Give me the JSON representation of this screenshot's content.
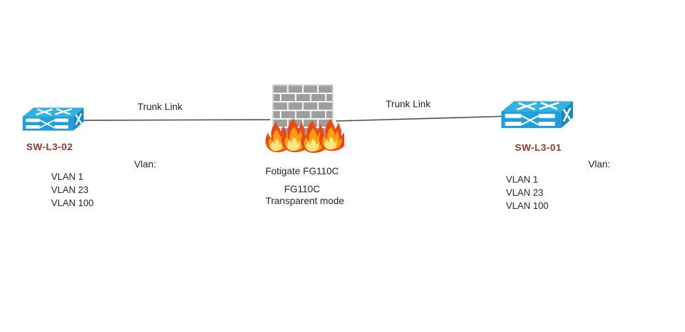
{
  "diagram": {
    "left_switch": {
      "label": "SW-L3-02",
      "vlan_header": "Vlan:",
      "vlans": [
        "VLAN 1",
        "VLAN 23",
        "VLAN 100"
      ]
    },
    "right_switch": {
      "label": "SW-L3-01",
      "vlan_header": "Vlan:",
      "vlans": [
        "VLAN 1",
        "VLAN 23",
        "VLAN 100"
      ]
    },
    "firewall": {
      "title": "Fotigate FG110C",
      "model": "FG110C",
      "mode": "Transparent mode"
    },
    "links": {
      "left_label": "Trunk Link",
      "right_label": "Trunk Link"
    },
    "colors": {
      "switch_label_text": "#943634",
      "body_text": "#262626",
      "link_line": "#4a4a4a",
      "switch_top": "#33b1e4",
      "switch_front": "#1f9fdc",
      "switch_side": "#1789c4",
      "switch_outline": "#0d6da5",
      "switch_detail": "#ffffff",
      "brick": "#9e9e9e",
      "brick_mortar": "#ffffff",
      "flame_outer": "#ee4613",
      "flame_mid": "#ff9d14",
      "flame_inner": "#ffe87f"
    }
  }
}
